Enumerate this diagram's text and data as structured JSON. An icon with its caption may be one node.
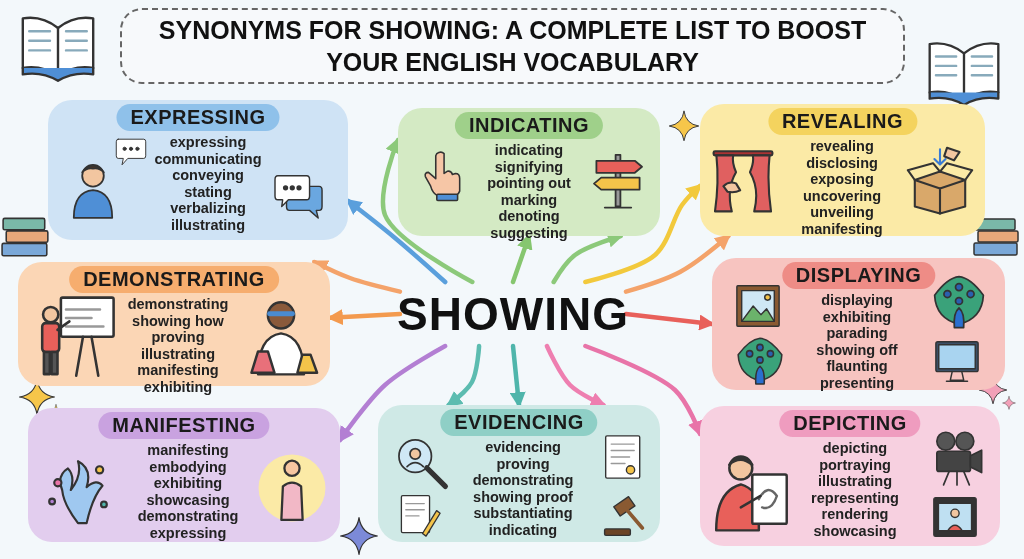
{
  "diagram": {
    "title": "SYNONYMS FOR SHOWING: A COMPLETE LIST TO BOOST YOUR ENGLISH VOCABULARY",
    "nodes": [
      {
        "text": [
          "EXPRESSING",
          "expressing",
          "communicating",
          "conveying",
          "stating",
          "verbalizing",
          "illustrating"
        ]
      },
      {
        "text": [
          "INDICATING",
          "indicating",
          "signifying",
          "pointing out",
          "marking",
          "denoting",
          "suggesting"
        ]
      },
      {
        "text": [
          "REVEALING",
          "revealing",
          "disclosing",
          "exposing",
          "uncovering",
          "unveiling",
          "manifesting"
        ]
      },
      {
        "text": [
          "DEMONSTRATING",
          "demonstrating",
          "showing how",
          "proving",
          "illustrating",
          "manifesting",
          "exhibiting"
        ]
      },
      {
        "text": [
          "SHOWING"
        ]
      },
      {
        "text": [
          "DISPLAYING",
          "displaying",
          "exhibiting",
          "parading",
          "showing off",
          "flaunting",
          "presenting"
        ]
      },
      {
        "text": [
          "MANIFESTING",
          "manifesting",
          "embodying",
          "exhibiting",
          "showcasing",
          "demonstrating",
          "expressing"
        ]
      },
      {
        "text": [
          "EVIDENCING",
          "evidencing",
          "proving",
          "demonstrating",
          "showing proof",
          "substantiating",
          "indicating"
        ]
      },
      {
        "text": [
          "DEPICTING",
          "depicting",
          "portraying",
          "illustrating",
          "representing",
          "rendering",
          "showcasing"
        ]
      }
    ],
    "edges": [
      {
        "from": 4,
        "to": 0,
        "arrow": "to",
        "color": "#5a9fdc"
      },
      {
        "from": 4,
        "to": 1,
        "arrow": "to",
        "color": "#86c66f"
      },
      {
        "from": 4,
        "to": 2,
        "arrow": "to",
        "color": "#f2c93c"
      },
      {
        "from": 4,
        "to": 3,
        "arrow": "to",
        "color": "#f39a4e"
      },
      {
        "from": 4,
        "to": 5,
        "arrow": "to",
        "color": "#e8605a"
      },
      {
        "from": 4,
        "to": 6,
        "arrow": "to",
        "color": "#b37fd3"
      },
      {
        "from": 4,
        "to": 7,
        "arrow": "to",
        "color": "#4fb5ab"
      },
      {
        "from": 4,
        "to": 8,
        "arrow": "to",
        "color": "#e874a8"
      },
      {
        "from": 4,
        "to": 1,
        "arrow": "to",
        "color": "#8cc97a"
      },
      {
        "from": 4,
        "to": 3,
        "arrow": "to",
        "color": "#f4a36a"
      },
      {
        "from": 4,
        "to": 1,
        "arrow": "to",
        "color": "#8cc97a"
      },
      {
        "from": 4,
        "to": 2,
        "arrow": "to",
        "color": "#f4a36a"
      },
      {
        "from": 4,
        "to": 7,
        "arrow": "to",
        "color": "#5cbcb0"
      },
      {
        "from": 4,
        "to": 7,
        "arrow": "to",
        "color": "#ee7fb0"
      }
    ]
  }
}
